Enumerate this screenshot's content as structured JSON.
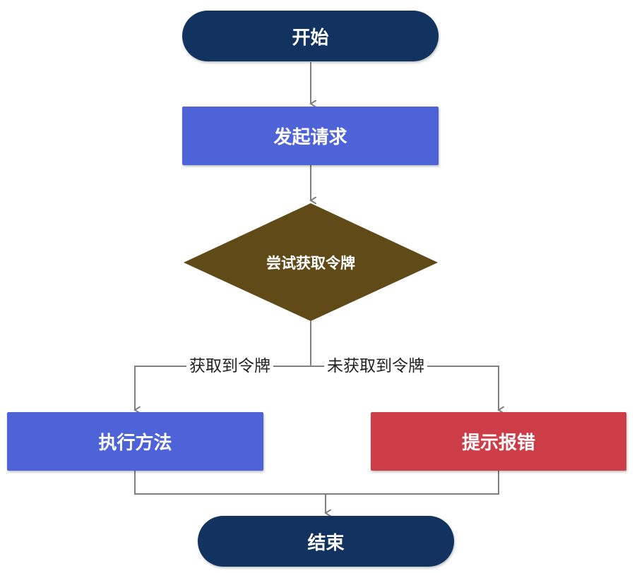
{
  "nodes": {
    "start": "开始",
    "request": "发起请求",
    "decision": "尝试获取令牌",
    "execute": "执行方法",
    "error": "提示报错",
    "end": "结束"
  },
  "edges": {
    "yes_label": "获取到令牌",
    "no_label": "未获取到令牌"
  },
  "colors": {
    "terminal": "#12335f",
    "process": "#4f63d9",
    "decision": "#5f4a18",
    "error": "#cd3d48",
    "connector": "#7f7f7f"
  }
}
